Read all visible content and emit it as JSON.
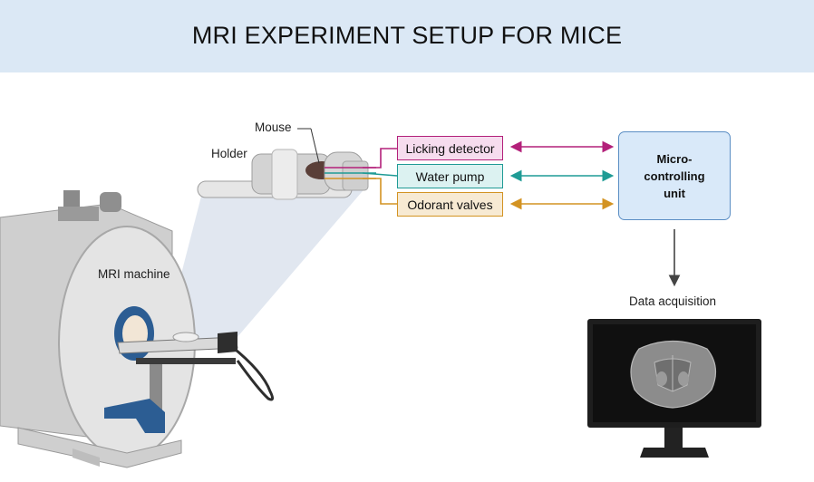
{
  "title": "MRI EXPERIMENT SETUP FOR MICE",
  "labels": {
    "mouse": "Mouse",
    "holder": "Holder",
    "mri_machine": "MRI machine",
    "data_acquisition": "Data acquisition"
  },
  "devices": [
    {
      "label": "Licking detector",
      "color": "#b3207a",
      "fill": "#f6dcee"
    },
    {
      "label": "Water pump",
      "color": "#1f9b95",
      "fill": "#dcf2f1"
    },
    {
      "label": "Odorant valves",
      "color": "#d39322",
      "fill": "#f7ead3"
    }
  ],
  "controller": {
    "label": "Micro-controlling unit",
    "lines": [
      "Micro-",
      "controlling",
      "unit"
    ]
  },
  "colors": {
    "title_band": "#dbe8f5",
    "controller_border": "#5b8ec4",
    "controller_fill": "#d9e9f9"
  }
}
